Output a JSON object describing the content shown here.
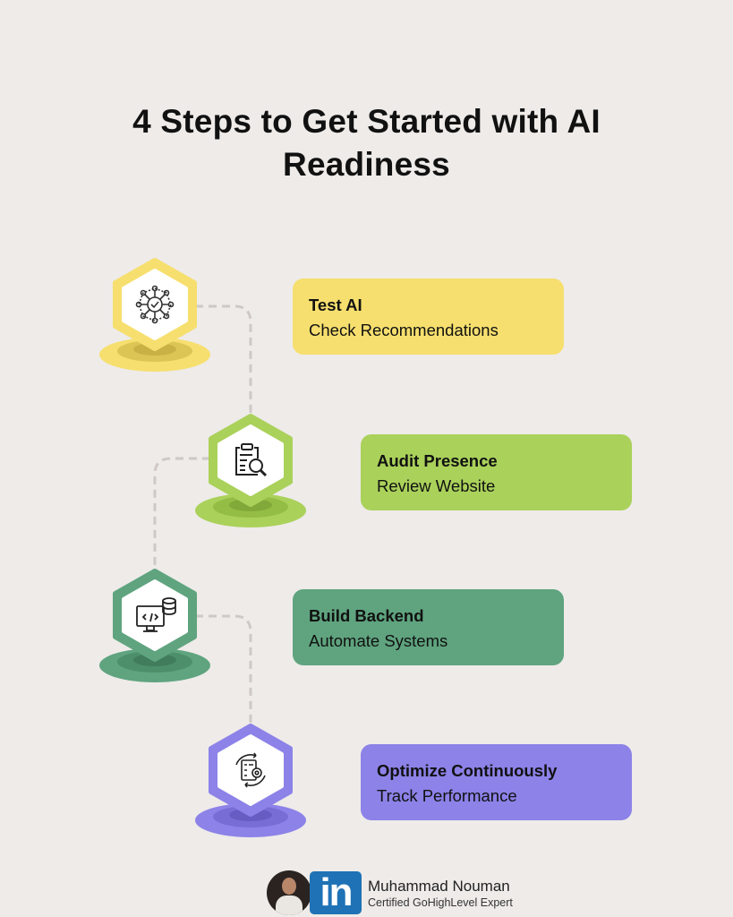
{
  "title": {
    "line1": "4 Steps to Get Started with AI",
    "line2": "Readiness"
  },
  "steps": [
    {
      "title": "Test AI",
      "subtitle": "Check Recommendations",
      "icon": "network-check-icon",
      "color": "#f6df6e"
    },
    {
      "title": "Audit Presence",
      "subtitle": "Review Website",
      "icon": "clipboard-search-icon",
      "color": "#aad15a"
    },
    {
      "title": "Build Backend",
      "subtitle": "Automate Systems",
      "icon": "computer-database-icon",
      "color": "#5fa47f"
    },
    {
      "title": "Optimize Continuously",
      "subtitle": "Track Performance",
      "icon": "optimize-cycle-icon",
      "color": "#8c82e8"
    }
  ],
  "footer": {
    "logo": "in",
    "name": "Muhammad Nouman",
    "tagline": "Certified GoHighLevel Expert"
  }
}
